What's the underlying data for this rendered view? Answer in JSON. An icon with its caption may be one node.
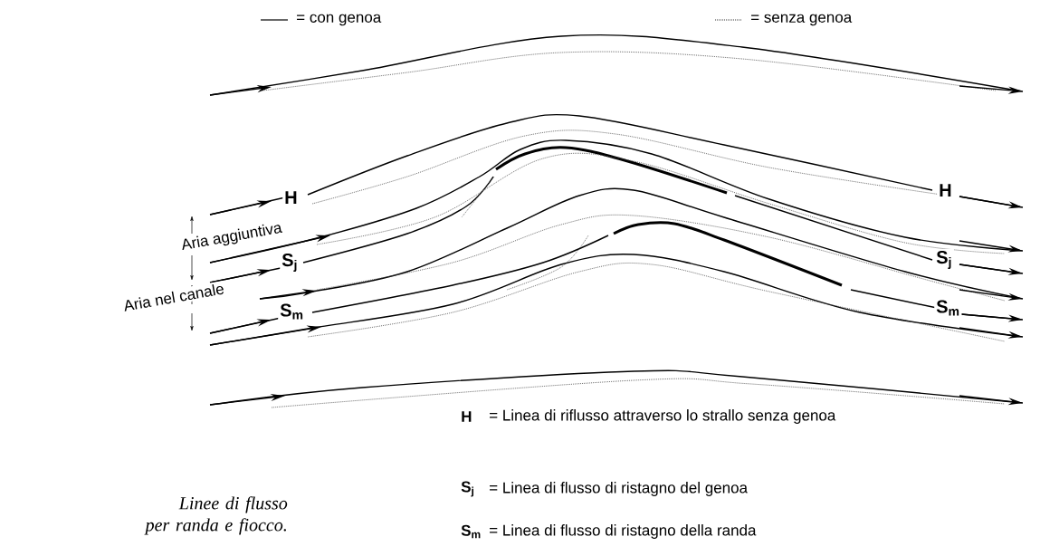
{
  "diagram": {
    "caption": "Linee di flusso per randa e fiocco.",
    "labels": [
      "H",
      "H",
      "Aria aggiuntiva",
      "S$_{j}$",
      "S$_{j}$",
      "Aria nel canale",
      "S$_{m}$",
      "S$_{m}$",
      "H",
      "= Linea di riflusso attraverso lo strallo senza genoa",
      "S$_{j}$",
      "= Linea di flusso di ristagno del genoa",
      "S$_{m}$",
      "= Linea di flusso di ristagno della randa"
    ],
    "legend": [
      {
        "text": "= con genoa"
      },
      {
        "text": "= senza genoa"
      }
    ]
  }
}
